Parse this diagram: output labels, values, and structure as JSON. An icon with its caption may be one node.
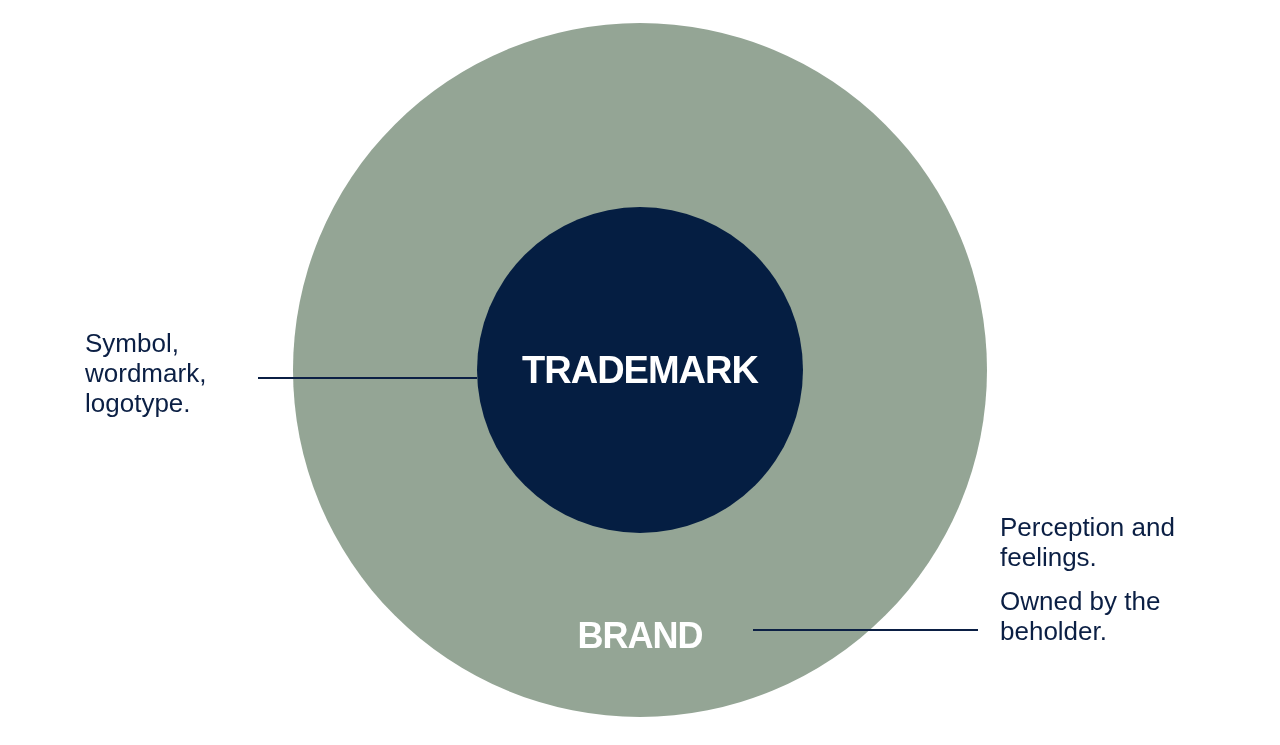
{
  "diagram": {
    "nodes": [
      {
        "text": [
          "BRAND"
        ]
      },
      {
        "text": [
          "TRADEMARK"
        ],
        "in": 0
      },
      {
        "text": [
          "Symbol, wordmark, logotype."
        ]
      },
      {
        "text": [
          "Perception and feelings.",
          "Owned by the beholder."
        ]
      }
    ],
    "edges": [
      {
        "from": 2,
        "to": 1,
        "arrow": "none"
      },
      {
        "from": 3,
        "to": 0,
        "arrow": "none"
      }
    ]
  }
}
